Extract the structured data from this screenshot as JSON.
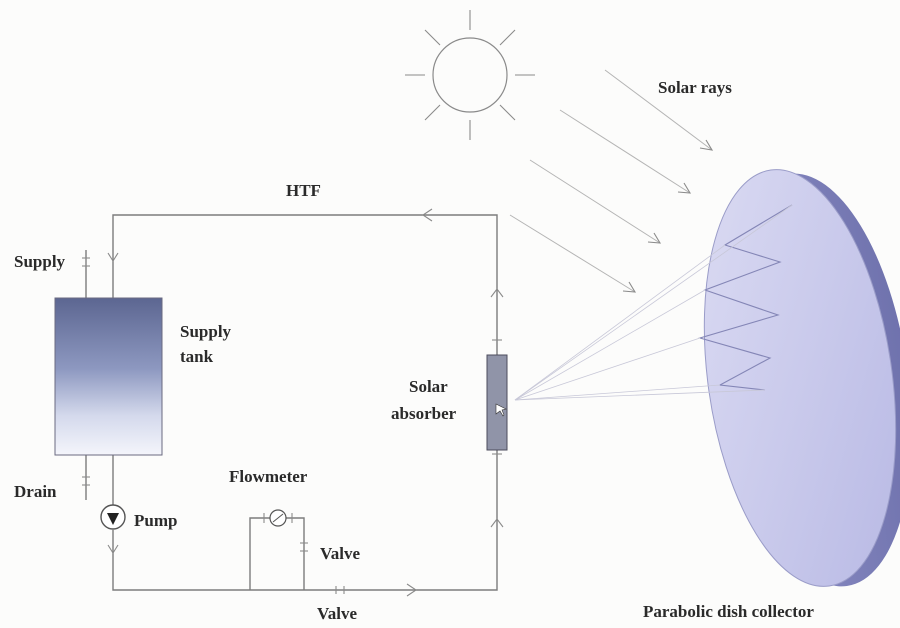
{
  "labels": {
    "solar_rays": "Solar rays",
    "htf": "HTF",
    "supply": "Supply",
    "supply_tank_line1": "Supply",
    "supply_tank_line2": "tank",
    "solar_absorber_line1": "Solar",
    "solar_absorber_line2": "absorber",
    "drain": "Drain",
    "pump": "Pump",
    "flowmeter": "Flowmeter",
    "valve_bypass": "Valve",
    "valve_main": "Valve",
    "parabolic_dish": "Parabolic dish collector"
  }
}
